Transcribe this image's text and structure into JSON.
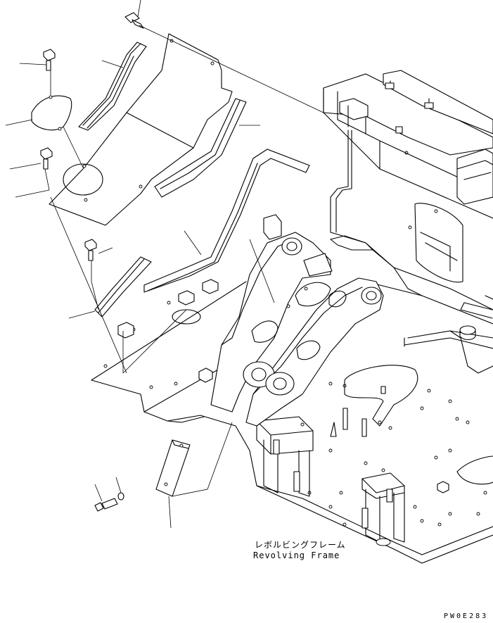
{
  "labels": {
    "part_name_jp": "レボルビングフレーム",
    "part_name_en": "Revolving Frame",
    "drawing_code": "PW0E283"
  },
  "colors": {
    "line": "#000000",
    "background": "#ffffff"
  }
}
